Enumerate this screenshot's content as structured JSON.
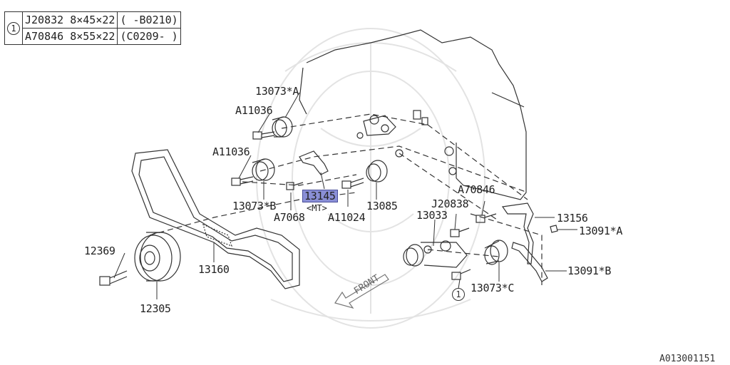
{
  "legend": {
    "symbol": "1",
    "rows": [
      {
        "part": "J20832",
        "size": "8×45×22",
        "range": "( -B0210)"
      },
      {
        "part": "A70846",
        "size": "8×55×22",
        "range": "(C0209- )"
      }
    ]
  },
  "callouts": {
    "p13073A": "13073*A",
    "a11036_top": "A11036",
    "a11036_mid": "A11036",
    "p13073B": "13073*B",
    "a7068": "A7068",
    "p13145": "13145",
    "mt": "<MT>",
    "a11024": "A11024",
    "p13085": "13085",
    "a70846": "A70846",
    "j20838": "J20838",
    "p13033": "13033",
    "p13156": "13156",
    "p13091A": "13091*A",
    "p13091B": "13091*B",
    "p13073C": "13073*C",
    "p12369": "12369",
    "p13160": "13160",
    "p12305": "12305",
    "circle_ref": "1"
  },
  "front_label": "FRONT",
  "diagram_id": "A013001151",
  "highlight_color": "#8a8fd6"
}
